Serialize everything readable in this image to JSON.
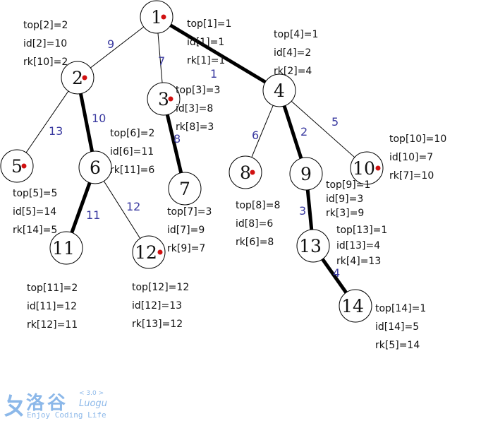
{
  "nodes": [
    "1",
    "2",
    "3",
    "4",
    "5",
    "6",
    "7",
    "8",
    "9",
    "10",
    "11",
    "12",
    "13",
    "14"
  ],
  "marked_nodes": [
    "1",
    "2",
    "3",
    "5",
    "8",
    "10",
    "12"
  ],
  "edges": [
    {
      "from": "1",
      "to": "2",
      "weight": "9",
      "heavy": false
    },
    {
      "from": "1",
      "to": "3",
      "weight": "7",
      "heavy": false
    },
    {
      "from": "1",
      "to": "4",
      "weight": "1",
      "heavy": true
    },
    {
      "from": "2",
      "to": "5",
      "weight": "13",
      "heavy": false
    },
    {
      "from": "2",
      "to": "6",
      "weight": "10",
      "heavy": true
    },
    {
      "from": "3",
      "to": "7",
      "weight": "8",
      "heavy": true
    },
    {
      "from": "4",
      "to": "8",
      "weight": "6",
      "heavy": false
    },
    {
      "from": "4",
      "to": "9",
      "weight": "2",
      "heavy": true
    },
    {
      "from": "4",
      "to": "10",
      "weight": "5",
      "heavy": false
    },
    {
      "from": "6",
      "to": "11",
      "weight": "11",
      "heavy": true
    },
    {
      "from": "6",
      "to": "12",
      "weight": "12",
      "heavy": false
    },
    {
      "from": "9",
      "to": "13",
      "weight": "3",
      "heavy": true
    },
    {
      "from": "13",
      "to": "14",
      "weight": "4",
      "heavy": true
    }
  ],
  "annotations": [
    {
      "node": "1",
      "lines": [
        "top[1]=1",
        "id[1]=1",
        "rk[1]=1"
      ]
    },
    {
      "node": "2",
      "lines": [
        "top[2]=2",
        "id[2]=10",
        "rk[10]=2"
      ]
    },
    {
      "node": "3",
      "lines": [
        "top[3]=3",
        "id[3]=8",
        "rk[8]=3"
      ]
    },
    {
      "node": "4",
      "lines": [
        "top[4]=1",
        "id[4]=2",
        "rk[2]=4"
      ]
    },
    {
      "node": "5",
      "lines": [
        "top[5]=5",
        "id[5]=14",
        "rk[14]=5"
      ]
    },
    {
      "node": "6",
      "lines": [
        "top[6]=2",
        "id[6]=11",
        "rk[11]=6"
      ]
    },
    {
      "node": "7",
      "lines": [
        "top[7]=3",
        "id[7]=9",
        "rk[9]=7"
      ]
    },
    {
      "node": "8",
      "lines": [
        "top[8]=8",
        "id[8]=6",
        "rk[6]=8"
      ]
    },
    {
      "node": "9",
      "lines": [
        "top[9]=1",
        "id[9]=3",
        "rk[3]=9"
      ]
    },
    {
      "node": "10",
      "lines": [
        "top[10]=10",
        "id[10]=7",
        "rk[7]=10"
      ]
    },
    {
      "node": "11",
      "lines": [
        "top[11]=2",
        "id[11]=12",
        "rk[12]=11"
      ]
    },
    {
      "node": "12",
      "lines": [
        "top[12]=12",
        "id[12]=13",
        "rk[13]=12"
      ]
    },
    {
      "node": "13",
      "lines": [
        "top[13]=1",
        "id[13]=4",
        "rk[4]=13"
      ]
    },
    {
      "node": "14",
      "lines": [
        "top[14]=1",
        "id[14]=5",
        "rk[5]=14"
      ]
    }
  ],
  "colors": {
    "marker": "#d01010",
    "edge_label": "#3a3aa0",
    "logo": "#2f7fd8"
  },
  "logo": {
    "mark": "ㄆ",
    "name": "洛谷",
    "version": "< 3.0 >",
    "latin": "Luogu",
    "tagline": "Enjoy Coding Life"
  }
}
